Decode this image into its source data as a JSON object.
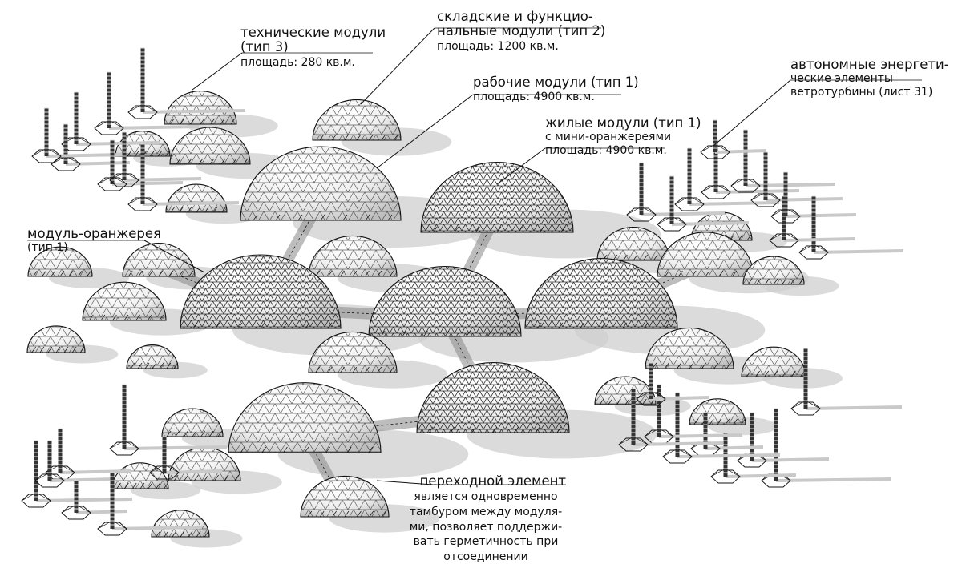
{
  "labels": {
    "technical": {
      "line1": "технические модули",
      "line2": "(тип 3)",
      "area": "площадь: 280 кв.м."
    },
    "warehouse": {
      "line1": "складские и функцио-",
      "line2": "нальные  модули (тип 2)",
      "area": "площадь: 1200 кв.м."
    },
    "work": {
      "line1": "рабочие модули (тип 1)",
      "area": "площадь: 4900 кв.м."
    },
    "residential": {
      "line1": "жилые модули (тип 1)",
      "line2": "с мини-оранжереями",
      "area": "площадь: 4900 кв.м."
    },
    "energy": {
      "line1": "автономные энергети-",
      "line2": "ческие элементы",
      "line3": "ветротурбины (лист 31)"
    },
    "greenhouse": {
      "line1": "модуль-оранжерея",
      "line2": "(тип 1)"
    },
    "transition": {
      "title": "переходной элемент",
      "line1": "является одновременно",
      "line2": "тамбуром между модуля-",
      "line3": "ми, позволяет поддержи-",
      "line4": "вать герметичность при",
      "line5": "отсоединении"
    }
  },
  "colors": {
    "ink": "#111111",
    "dome_fill": "#f4f4f4",
    "shadow": "#cfcfcf",
    "paper": "#ffffff"
  }
}
